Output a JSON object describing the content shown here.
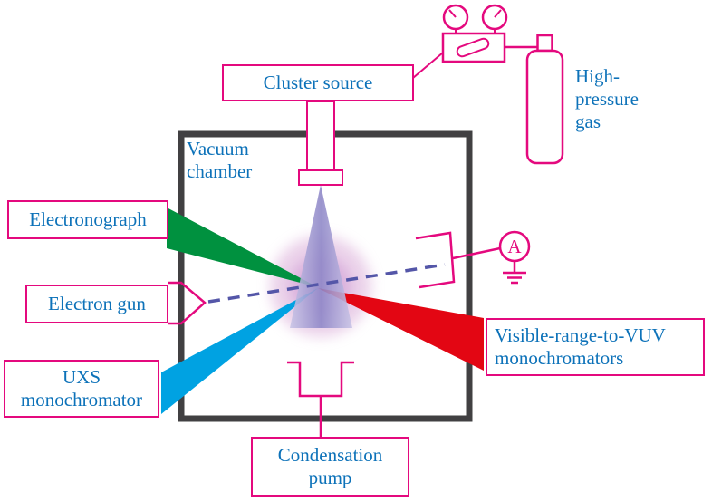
{
  "diagram": {
    "type": "experimental-setup-schematic",
    "labels": {
      "cluster_source": "Cluster source",
      "high_pressure_gas": [
        "High-",
        "pressure",
        "gas"
      ],
      "vacuum_chamber": [
        "Vacuum",
        "chamber"
      ],
      "electronograph": "Electronograph",
      "electron_gun": "Electron gun",
      "uxs_monochromator": [
        "UXS",
        "monochromator"
      ],
      "visible_monochromators": [
        "Visible-range-to-VUV",
        "monochromators"
      ],
      "condensation_pump": [
        "Condensation",
        "pump"
      ],
      "ammeter": "A"
    }
  },
  "colors": {
    "magenta": "#e4097e",
    "blue": "#0d72b9",
    "dark": "#414042",
    "green": "#00913f",
    "cyan": "#00a2e2",
    "red": "#e30613",
    "dash": "#5456a8",
    "cloud": "#dbaed9",
    "cloud_dark": "#cf9bd4",
    "cone_edge": "#c9c4e6",
    "cone_core": "#8d86c7"
  }
}
